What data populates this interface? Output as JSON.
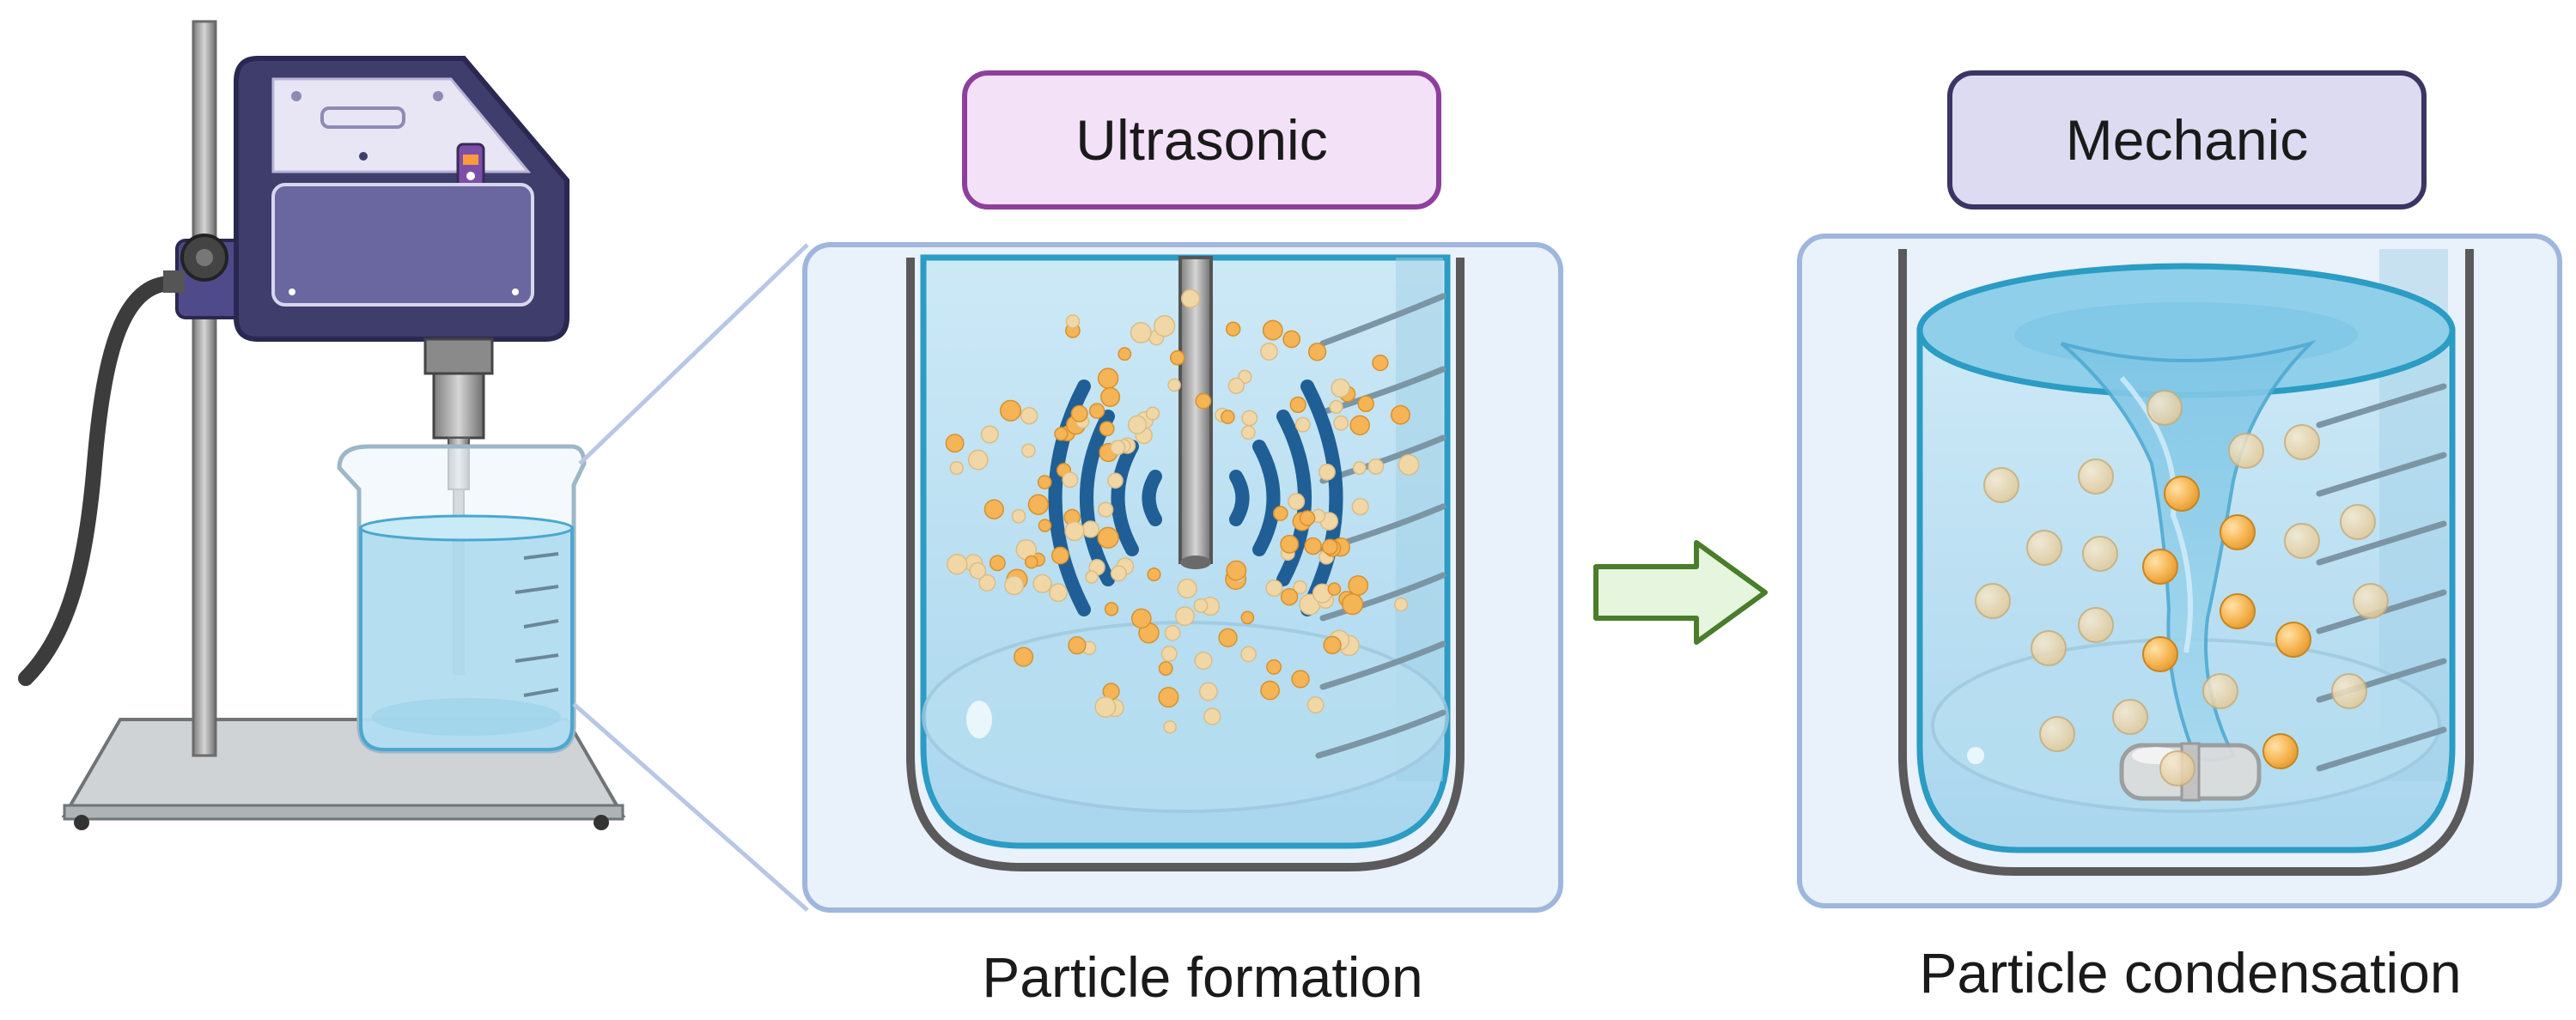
{
  "methods": {
    "ultrasonic": "Ultrasonic",
    "mechanic": "Mechanic"
  },
  "captions": {
    "formation": "Particle formation",
    "condensation": "Particle condensation"
  },
  "colors": {
    "ultrasonic_border": "#8e3f9c",
    "ultrasonic_fill": "#f3e1f8",
    "mechanic_border": "#3b3563",
    "mechanic_fill": "#dcdbf1",
    "panel_fill": "#e9f1fa",
    "panel_border": "#9fb6dd",
    "water": "#bfe2f3",
    "particle": "#f5b455",
    "wave": "#1f5f96",
    "arrow_fill": "#e6f5dd",
    "arrow_border": "#4a7d2b",
    "device_body": "#3f3d6b"
  },
  "icons": [
    "sonicator-device",
    "beaker",
    "sound-wave",
    "stir-bar",
    "vortex",
    "arrow-right"
  ]
}
